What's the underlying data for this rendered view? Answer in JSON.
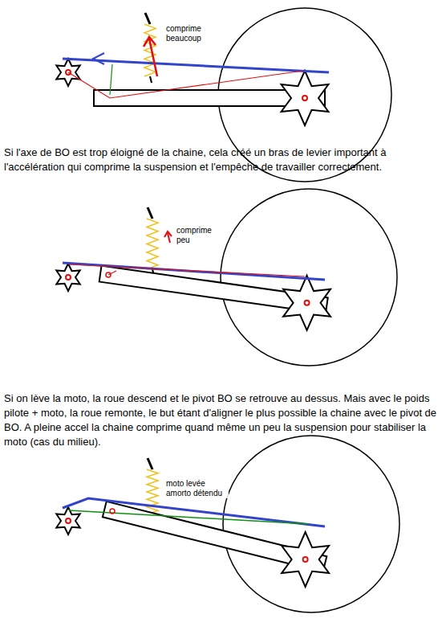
{
  "diagram": {
    "labels": [
      "comprime beaucoup",
      "Si l'axe de BO est trop éloigné de la chaine, cela créé un bras de levier important à l'accélération qui comprime la suspension et l'empêche de travailler correctement.",
      "comprime peu",
      "Si on lève la moto, la roue descend et le pivot BO se retrouve au dessus. Mais avec le poids pilote + moto, la roue remonte, le but étant d'aligner le plus possible la chaine avec le pivot de BO. A pleine accel la chaine comprime quand même un peu la suspension pour stabiliser la moto (cas du milieu).",
      "moto levée amorto détendu"
    ]
  }
}
